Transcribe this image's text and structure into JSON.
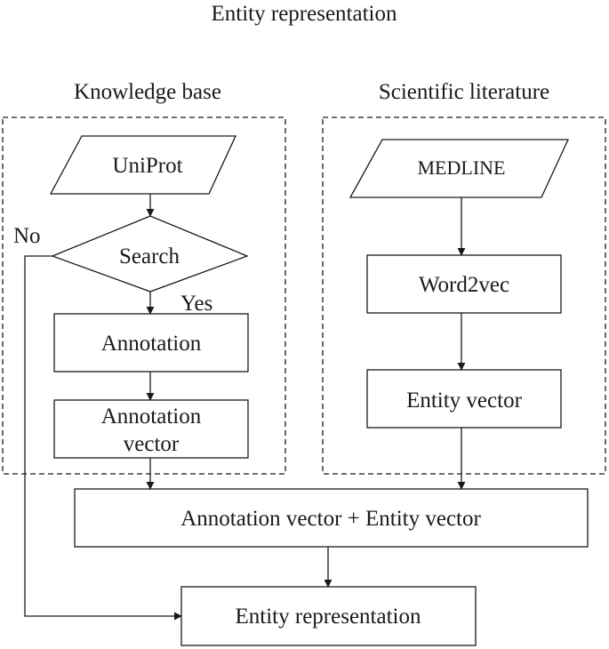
{
  "title": "Entity representation",
  "groups": {
    "knowledge_base": "Knowledge base",
    "scientific_literature": "Scientific literature"
  },
  "nodes": {
    "uniprot": "UniProt",
    "search": "Search",
    "annotation": "Annotation",
    "annotation_vector_line1": "Annotation",
    "annotation_vector_line2": "vector",
    "medline": "MEDLINE",
    "word2vec": "Word2vec",
    "entity_vector": "Entity vector",
    "combined": "Annotation vector + Entity vector",
    "entity_representation": "Entity representation"
  },
  "edge_labels": {
    "yes": "Yes",
    "no": "No"
  }
}
